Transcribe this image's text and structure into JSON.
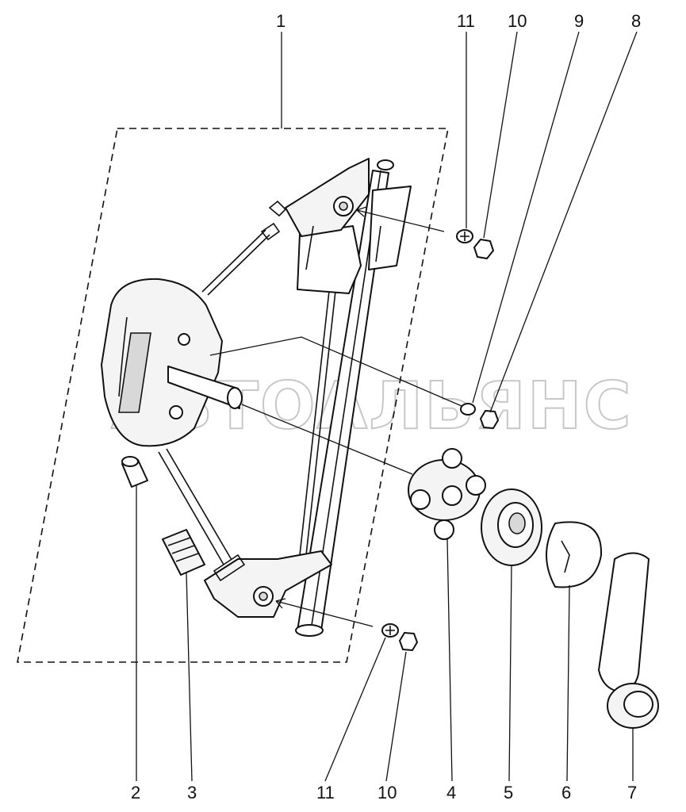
{
  "watermark": "АВТОАЛЬЯНС",
  "callouts": {
    "top_1": "1",
    "top_11": "11",
    "top_10": "10",
    "top_9": "9",
    "top_8": "8",
    "bottom_2": "2",
    "bottom_3": "3",
    "bottom_11": "11",
    "bottom_10": "10",
    "bottom_4": "4",
    "bottom_5": "5",
    "bottom_6": "6",
    "bottom_7": "7"
  }
}
